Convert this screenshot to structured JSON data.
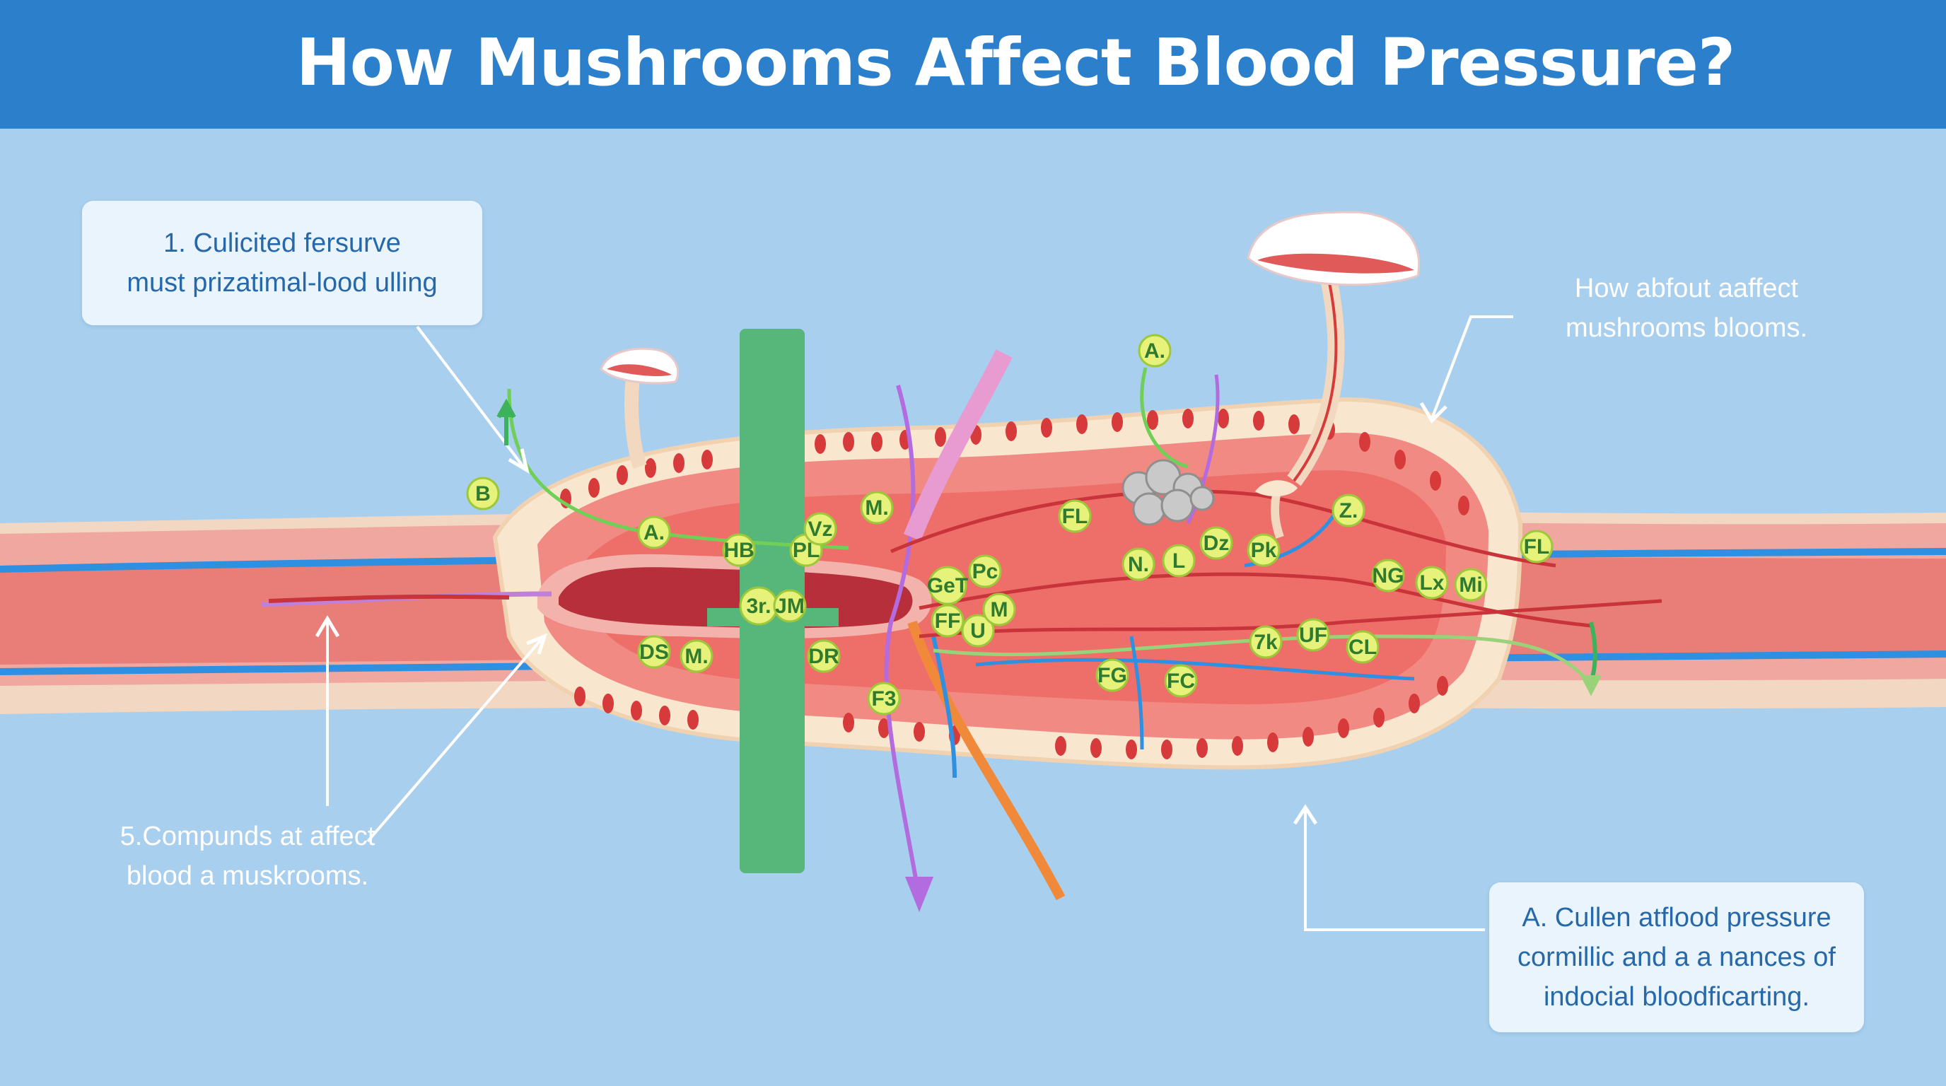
{
  "header": {
    "title": "How Mushrooms Affect Blood Pressure?"
  },
  "callouts": {
    "top_left": {
      "line1": "1. Culicited fersurve",
      "line2": "must prizatimal-lood ulling"
    },
    "top_right": {
      "line1": "How abfout aaffect",
      "line2": "mushrooms blooms."
    },
    "bottom_left": {
      "line1": "5.Compunds at affect",
      "line2": "blood a muskrooms."
    },
    "bottom_right": {
      "line1": "A. Cullen atflood pressure",
      "line2": "cormillic and a a nances of",
      "line3": "indocial bloodficarting."
    }
  },
  "markers": [
    {
      "id": "B",
      "label": "B"
    },
    {
      "id": "A1",
      "label": "A."
    },
    {
      "id": "HB",
      "label": "HB"
    },
    {
      "id": "PL",
      "label": "PL"
    },
    {
      "id": "Vz",
      "label": "Vz"
    },
    {
      "id": "M1",
      "label": "M."
    },
    {
      "id": "3r",
      "label": "3r."
    },
    {
      "id": "JM",
      "label": "JM"
    },
    {
      "id": "DS",
      "label": "DS"
    },
    {
      "id": "M2",
      "label": "M."
    },
    {
      "id": "DR",
      "label": "DR"
    },
    {
      "id": "GeT",
      "label": "GeT"
    },
    {
      "id": "Pc",
      "label": "Pc"
    },
    {
      "id": "FF",
      "label": "FF"
    },
    {
      "id": "U",
      "label": "U"
    },
    {
      "id": "M3",
      "label": "M"
    },
    {
      "id": "F3",
      "label": "F3"
    },
    {
      "id": "A2",
      "label": "A."
    },
    {
      "id": "FL1",
      "label": "FL"
    },
    {
      "id": "N",
      "label": "N."
    },
    {
      "id": "L",
      "label": "L"
    },
    {
      "id": "Dz",
      "label": "Dz"
    },
    {
      "id": "Pk",
      "label": "Pk"
    },
    {
      "id": "Z",
      "label": "Z."
    },
    {
      "id": "NG",
      "label": "NG"
    },
    {
      "id": "Lx",
      "label": "Lx"
    },
    {
      "id": "Mi",
      "label": "Mi"
    },
    {
      "id": "FL2",
      "label": "FL"
    },
    {
      "id": "7k",
      "label": "7k"
    },
    {
      "id": "UF",
      "label": "UF"
    },
    {
      "id": "CL",
      "label": "CL"
    },
    {
      "id": "FG",
      "label": "FG"
    },
    {
      "id": "FC",
      "label": "FC"
    }
  ],
  "colors": {
    "header": "#2b7fcb",
    "background": "#a9cfee",
    "vessel": "#e87c76",
    "vessel_inner": "#b72f3a",
    "wall": "#f7dcc0",
    "marker_fill": "#e6f27a",
    "green_bar": "#57b77a",
    "blue_line": "#2f8fe0"
  }
}
